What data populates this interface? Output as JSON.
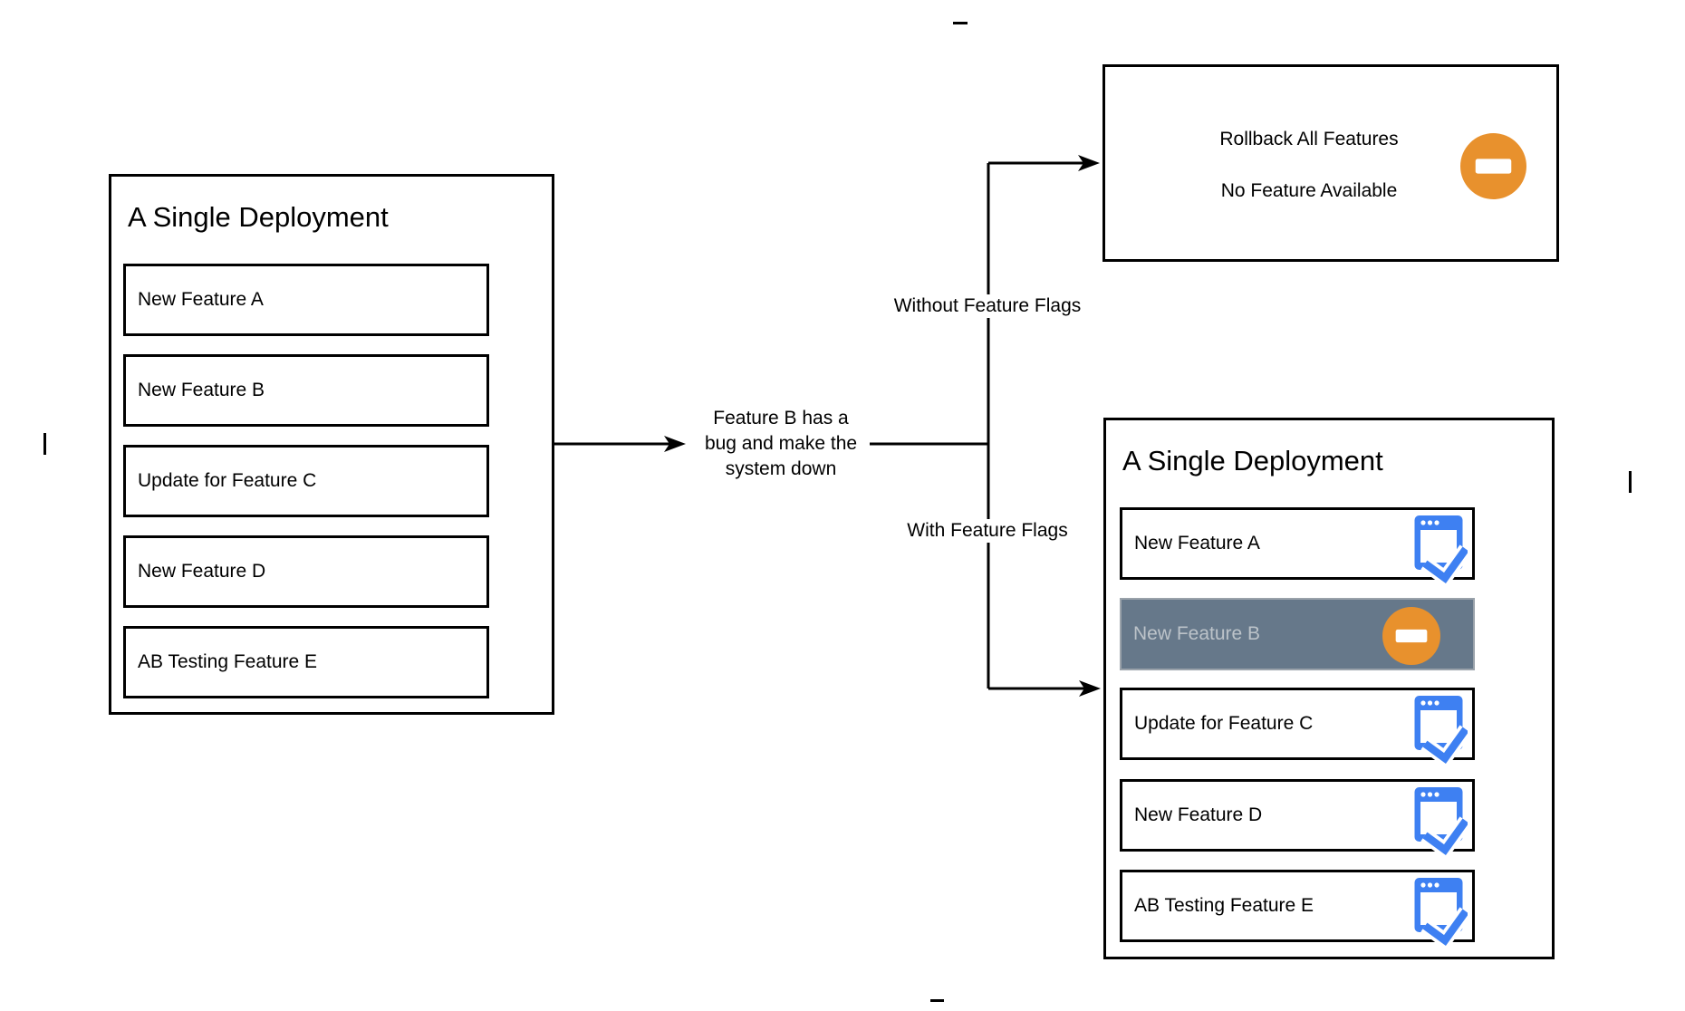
{
  "diagram": {
    "left_box": {
      "title": "A Single Deployment",
      "items": [
        {
          "label": "New Feature A"
        },
        {
          "label": "New Feature B"
        },
        {
          "label": "Update for Feature C"
        },
        {
          "label": "New Feature D"
        },
        {
          "label": "AB Testing Feature E"
        }
      ]
    },
    "incident_note": {
      "line1": "Feature B has a",
      "line2": "bug and make the",
      "line3": "system down"
    },
    "branch_labels": {
      "without": "Without Feature Flags",
      "with": "With Feature Flags"
    },
    "rollback_box": {
      "line1": "Rollback All Features",
      "line2": "No Feature Available",
      "icon": "minus-circle-icon"
    },
    "flags_box": {
      "title": "A Single Deployment",
      "items": [
        {
          "label": "New Feature A",
          "status": "enabled",
          "icon": "app-window-check-icon"
        },
        {
          "label": "New Feature B",
          "status": "disabled",
          "icon": "minus-circle-icon"
        },
        {
          "label": "Update for Feature C",
          "status": "enabled",
          "icon": "app-window-check-icon"
        },
        {
          "label": "New Feature D",
          "status": "enabled",
          "icon": "app-window-check-icon"
        },
        {
          "label": "AB Testing Feature E",
          "status": "enabled",
          "icon": "app-window-check-icon"
        }
      ]
    }
  },
  "colors": {
    "background": "#FFFFFF",
    "line_black": "#000000",
    "accent_orange": "#E8912D",
    "accent_blue": "#3E80F2",
    "disabled_row_fill": "#66788A",
    "disabled_row_border": "#9AA2AA",
    "disabled_row_text": "#BCC3C9"
  }
}
